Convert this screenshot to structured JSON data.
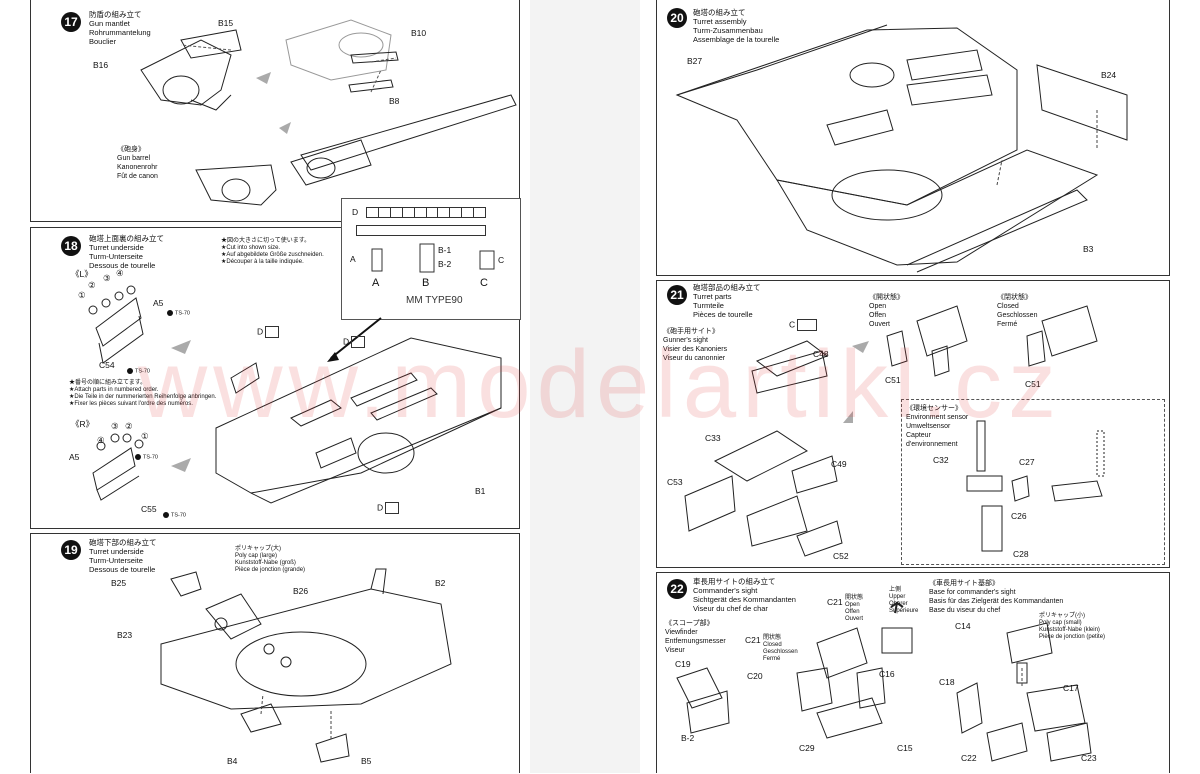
{
  "watermark": "www.modelartikl.cz",
  "steps": {
    "s17": {
      "num": "17",
      "title": "防盾の組み立て\nGun mantlet\nRohrummantelung\nBouclier",
      "barrel": "《砲身》\nGun barrel\nKanonenrohr\nFût de canon",
      "labels": [
        "B15",
        "B10",
        "B16",
        "B8"
      ]
    },
    "s18": {
      "num": "18",
      "title": "砲塔上面裏の組み立て\nTurret underside\nTurm-Unterseite\nDessous de tourelle",
      "note1": "★図の大きさに切って使います。\n★Cut into shown size.\n★Auf abgebildete Größe zuschneiden.\n★Découper à la taille indiquée.",
      "note2": "★番号の順に組み立てます。\n★Attach parts in numbered order.\n★Die Teile in der nummerierten Reihenfolge anbringen.\n★Fixer les pièces suivant l'ordre des numéros.",
      "left": "《L》",
      "right": "《R》",
      "nums": [
        "①",
        "②",
        "③",
        "④"
      ],
      "labels": [
        "A5",
        "C54",
        "A5",
        "C55",
        "B1",
        "D",
        "D",
        "D"
      ],
      "ts": "TS-70",
      "inset": {
        "d": "D",
        "a": "A",
        "b1": "B-1",
        "b2": "B-2",
        "c": "C",
        "colA": "A",
        "colB": "B",
        "colC": "C",
        "brand": "MM TYPE90"
      }
    },
    "s19": {
      "num": "19",
      "title": "砲塔下部の組み立て\nTurret underside\nTurm-Unterseite\nDessous de tourelle",
      "polycap": "ポリキャップ(大)\nPoly cap (large)\nKunststoff-Nabe (groß)\nPièce de jonction (grande)",
      "labels": [
        "B25",
        "B26",
        "B2",
        "B23",
        "B4",
        "B5"
      ]
    },
    "s20": {
      "num": "20",
      "title": "砲塔の組み立て\nTurret assembly\nTurm-Zusammenbau\nAssemblage de la tourelle",
      "labels": [
        "B27",
        "B24",
        "B3"
      ]
    },
    "s21": {
      "num": "21",
      "title": "砲塔部品の組み立て\nTurret parts\nTurmteile\nPièces de tourelle",
      "gunner": "《砲手用サイト》\nGunner's sight\nVisier des Kanoniers\nViseur du canonnier",
      "open": "《開状態》\nOpen\nOffen\nOuvert",
      "closed": "《閉状態》\nClosed\nGeschlossen\nFermé",
      "env": "《環境センサー》\nEnvironment sensor\nUmweltsensor\nCapteur\nd'environnement",
      "labels": [
        "C",
        "C48",
        "C51",
        "C51",
        "C33",
        "C49",
        "C53",
        "C52",
        "C32",
        "C27",
        "C26",
        "C28"
      ]
    },
    "s22": {
      "num": "22",
      "title": "車長用サイトの組み立て\nCommander's sight\nSichtgerät des Kommandanten\nViseur du chef de char",
      "scope": "《スコープ部》\nViewfinder\nEntfernungsmesser\nViseur",
      "base": "《車長用サイト基部》\nBase for commander's sight\nBasis für das Zielgerät des Kommandanten\nBase du viseur du chef",
      "open": "開状態\nOpen\nOffen\nOuvert",
      "closed": "閉状態\nClosed\nGeschlossen\nFermé",
      "upper": "上側\nUpper\nOberer\nSupérieure",
      "polycap": "ポリキャップ(小)\nPoly cap (small)\nKunststoff-Nabe (klein)\nPièce de jonction (petite)",
      "labels": [
        "C21",
        "C21",
        "C19",
        "C20",
        "C16",
        "C29",
        "C15",
        "B-2",
        "C14",
        "C18",
        "C17",
        "C22",
        "C23"
      ]
    }
  },
  "colors": {
    "ink": "#111111",
    "watermark": "#e13c3c"
  }
}
